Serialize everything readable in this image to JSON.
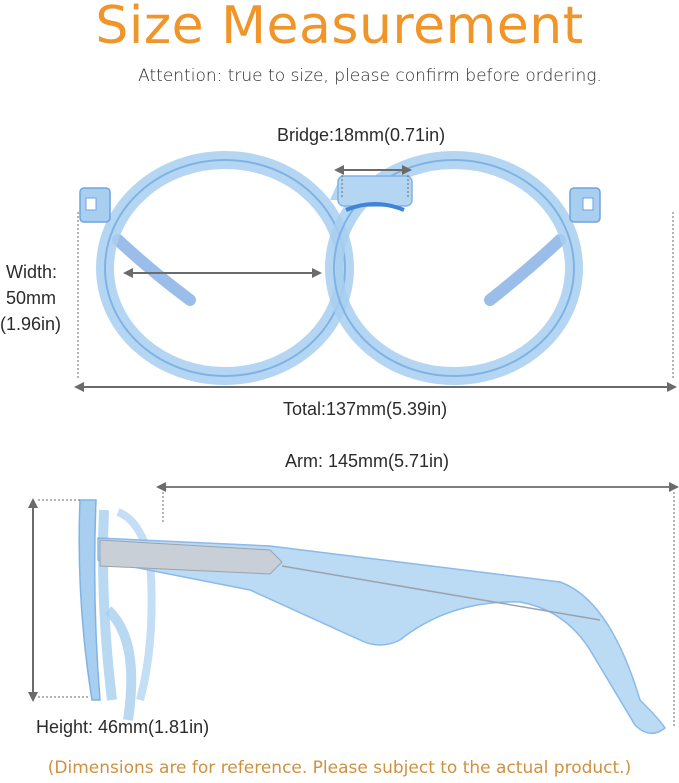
{
  "header": {
    "title": "Size Measurement",
    "subtitle": "Attention: true to size, please confirm before ordering."
  },
  "front_view": {
    "bridge": "Bridge:18mm(0.71in)",
    "width_line1": "Width:",
    "width_line2": "50mm",
    "width_line3": "(1.96in)",
    "total": "Total:137mm(5.39in)"
  },
  "side_view": {
    "arm": "Arm: 145mm(5.71in)",
    "height": "Height: 46mm(1.81in)"
  },
  "footer": {
    "note": "(Dimensions are for reference. Please subject to the actual product.)"
  },
  "colors": {
    "title": "#f0952a",
    "frame": "#9cc8ee",
    "frame_dark": "#4f8fd6",
    "arrow": "#6b6b6b",
    "footnote": "#d0913f"
  }
}
